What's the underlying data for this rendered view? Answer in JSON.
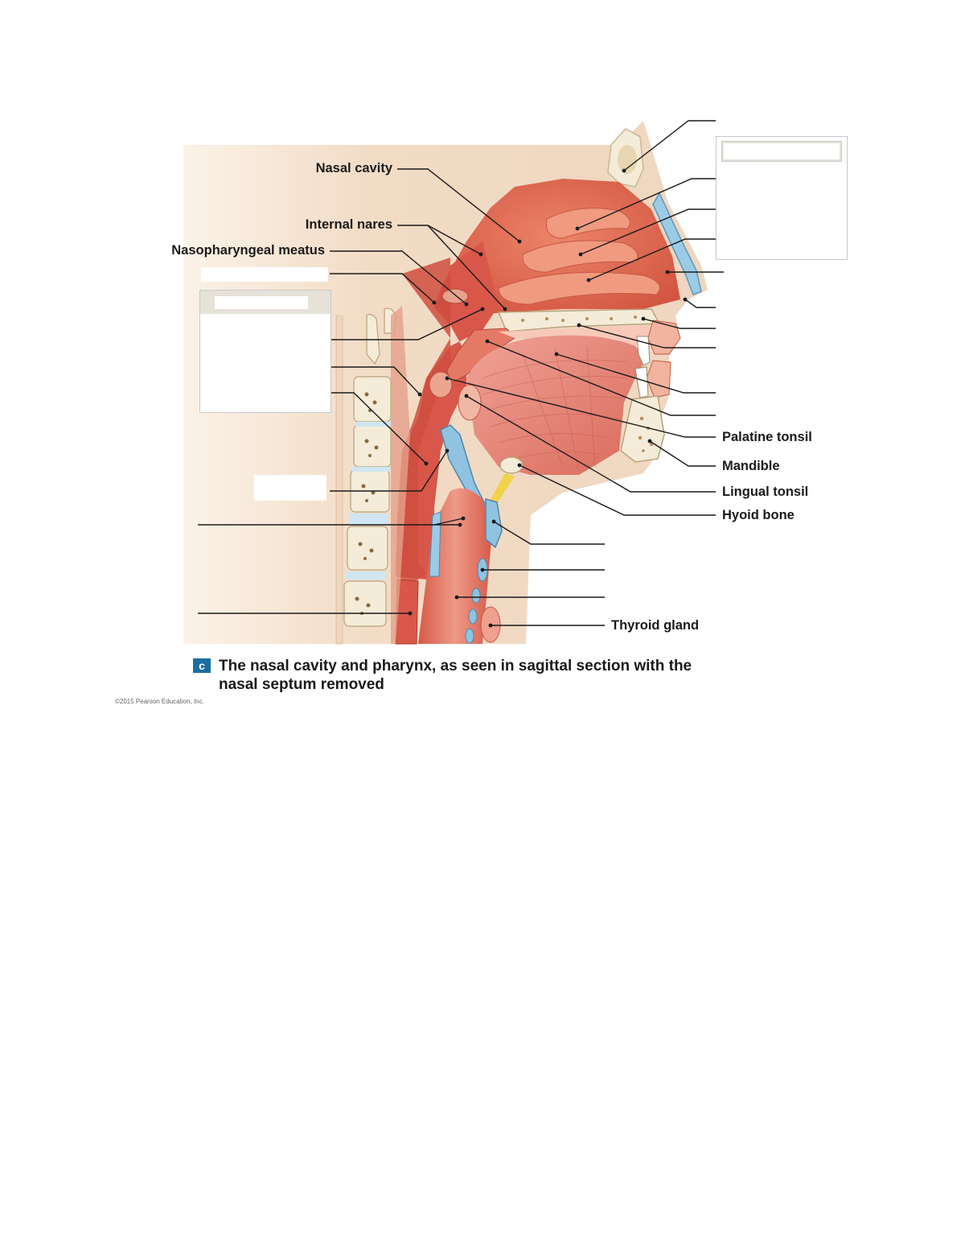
{
  "figure": {
    "caption_badge": "c",
    "caption": "The nasal cavity and pharynx, as seen in sagittal section with the nasal septum removed",
    "copyright": "©2015 Pearson Education, Inc."
  },
  "labels": {
    "nasal_cavity": "Nasal cavity",
    "internal_nares": "Internal nares",
    "nasopharyngeal_meatus": "Nasopharyngeal meatus",
    "palatine_tonsil": "Palatine tonsil",
    "mandible": "Mandible",
    "lingual_tonsil": "Lingual tonsil",
    "hyoid_bone": "Hyoid bone",
    "thyroid_gland": "Thyroid gland"
  },
  "colors": {
    "skin": "#f3e0cc",
    "tissue": "#e26a52",
    "tissue_dark": "#c9483a",
    "muscle": "#e9887a",
    "bone": "#f4ecd8",
    "cartilage": "#8fc3e0",
    "leader": "#1a1a1a"
  }
}
